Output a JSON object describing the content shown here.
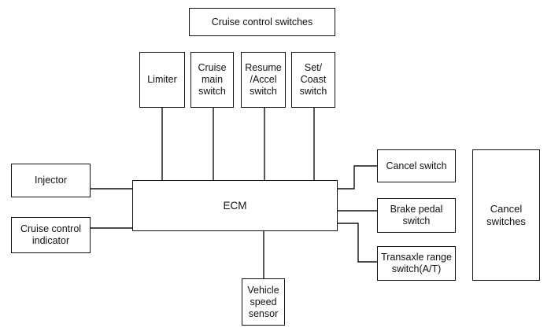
{
  "diagram": {
    "title": "Cruise control switches",
    "ecm": "ECM",
    "switches": {
      "limiter": "Limiter",
      "main": "Cruise\nmain\nswitch",
      "resume": "Resume\n/Accel\nswitch",
      "set": "Set/\nCoast\nswitch"
    },
    "outputs": {
      "injector": "Injector",
      "indicator": "Cruise control\nindicator"
    },
    "sensor": "Vehicle\nspeed\nsensor",
    "cancel_inputs": {
      "cancel_switch": "Cancel switch",
      "brake": "Brake pedal\nswitch",
      "transaxle": "Transaxle range\nswitch(A/T)"
    },
    "cancel_group": "Cancel\nswitches"
  }
}
